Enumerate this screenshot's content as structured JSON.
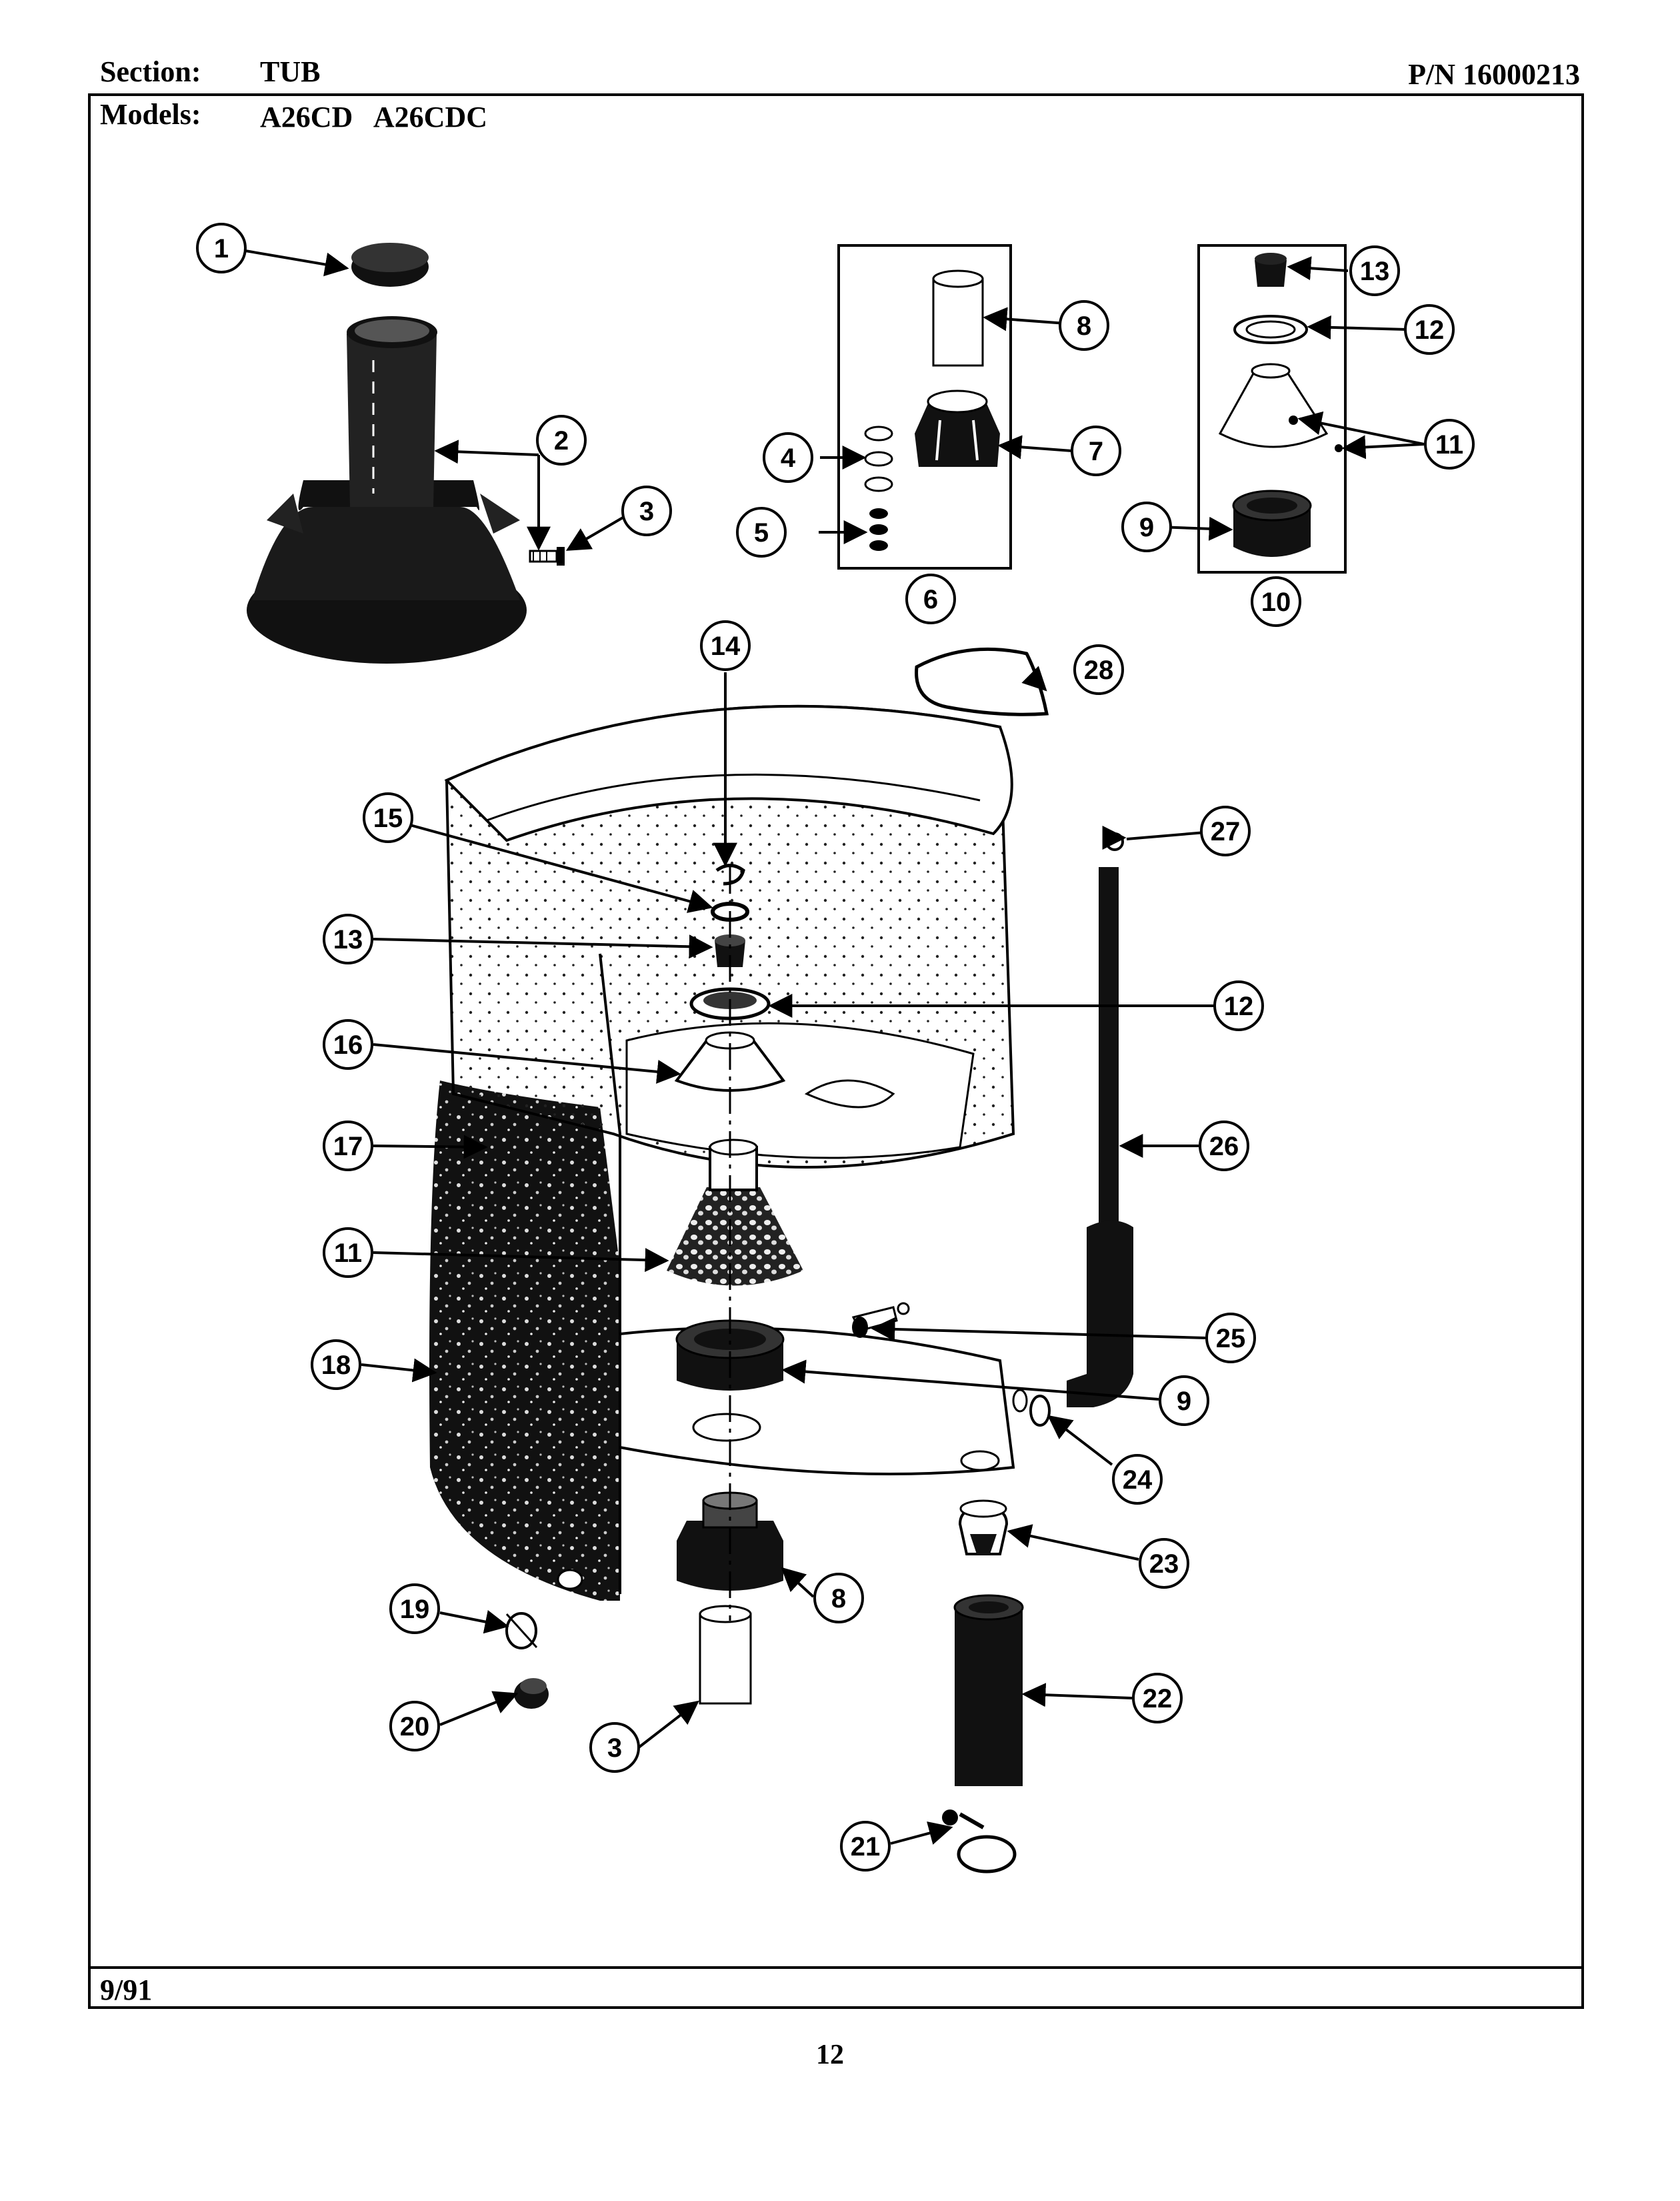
{
  "header": {
    "section_label": "Section:",
    "section_value": "TUB",
    "models_label": "Models:",
    "models_value": "A26CD   A26CDC",
    "part_number": "P/N 16000213"
  },
  "footer": {
    "date": "9/91",
    "page_number": "12"
  },
  "callouts": [
    "1",
    "2",
    "3",
    "4",
    "5",
    "6",
    "7",
    "8",
    "9",
    "10",
    "11",
    "12",
    "13",
    "11",
    "12",
    "13",
    "14",
    "15",
    "16",
    "17",
    "18",
    "19",
    "20",
    "21",
    "22",
    "23",
    "24",
    "25",
    "26",
    "27",
    "28",
    "8",
    "9",
    "3"
  ]
}
